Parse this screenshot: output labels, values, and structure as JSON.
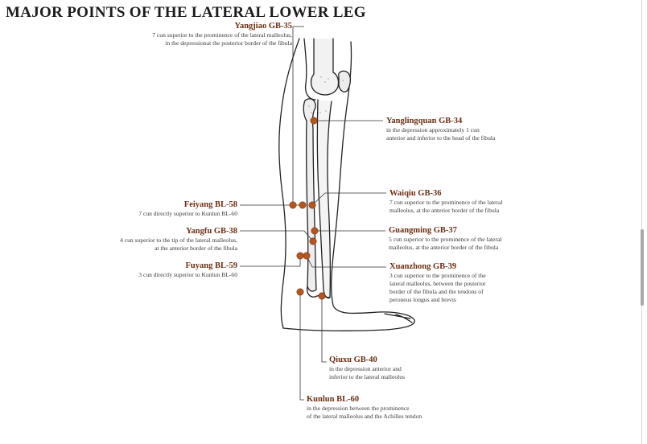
{
  "title": "MAJOR POINTS OF THE LATERAL LOWER LEG",
  "colors": {
    "point": "#b5561f",
    "leader": "#333333",
    "outline": "#222222",
    "label_name": "#6b2e12"
  },
  "points": [
    {
      "id": "yangjiao",
      "name": "Yangjiao GB-35",
      "desc": [
        "7 cun superior to the prominence of the lateral malleolus,",
        "in the depressionat the posterior border of the fibula"
      ]
    },
    {
      "id": "yanglingquan",
      "name": "Yanglingquan GB-34",
      "desc": [
        "in the depression approximately 1 cun",
        "anterior and inferior to the head of the fibula"
      ]
    },
    {
      "id": "waiqiu",
      "name": "Waiqiu GB-36",
      "desc": [
        "7 cun superior to the prominence of the lateral",
        "malleolus, at the anterior border of the fibula"
      ]
    },
    {
      "id": "feiyang",
      "name": "Feiyang BL-58",
      "desc": [
        "7 cun directly superior to Kunlun BL-60"
      ]
    },
    {
      "id": "yangfu",
      "name": "Yangfu GB-38",
      "desc": [
        "4 cun superior to the tip of the lateral malleolus,",
        "at the anterior border of the fibula"
      ]
    },
    {
      "id": "guangming",
      "name": "Guangming GB-37",
      "desc": [
        "5 cun superior to the prominence of the lateral",
        "malleolus, at the anterior border of the fibula"
      ]
    },
    {
      "id": "fuyang",
      "name": "Fuyang BL-59",
      "desc": [
        "3 cun directly superior to Kunlun BL-60"
      ]
    },
    {
      "id": "xuanzhong",
      "name": "Xuanzhong GB-39",
      "desc": [
        "3 cun superior to the prominence of the",
        "lateral malleolus, between the posterior",
        "border of the fibula and the tendons of",
        "peroneus longus and brevis"
      ]
    },
    {
      "id": "qiuxu",
      "name": "Qiuxu GB-40",
      "desc": [
        "in the depression anterior and",
        "inferior to the lateral malleolus"
      ]
    },
    {
      "id": "kunlun",
      "name": "Kunlun BL-60",
      "desc": [
        "in the depression between the prominence",
        "of the lateral malleolus and the Achilles tendon"
      ]
    }
  ]
}
